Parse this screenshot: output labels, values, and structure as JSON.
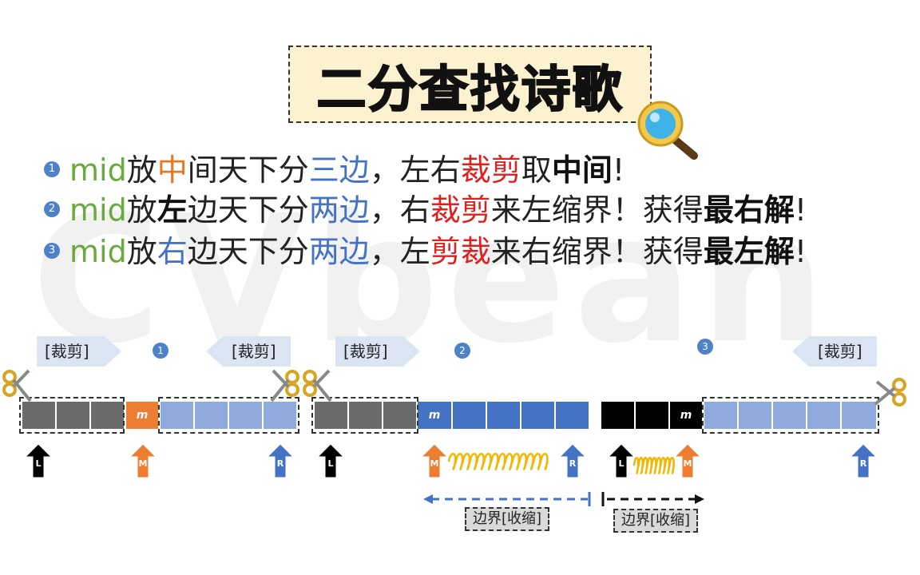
{
  "watermark": "CVbean",
  "title": "二分查找诗歌",
  "lines": [
    {
      "num": "1",
      "parts": [
        {
          "t": "mid",
          "c": "g"
        },
        {
          "t": "放",
          "c": ""
        },
        {
          "t": "中",
          "c": "o"
        },
        {
          "t": "间天下分",
          "c": ""
        },
        {
          "t": "三边",
          "c": "b"
        },
        {
          "t": "，左右",
          "c": ""
        },
        {
          "t": "裁剪",
          "c": "r"
        },
        {
          "t": "取",
          "c": ""
        },
        {
          "t": "中间",
          "c": "k"
        },
        {
          "t": "!",
          "c": ""
        }
      ]
    },
    {
      "num": "2",
      "parts": [
        {
          "t": "mid",
          "c": "g"
        },
        {
          "t": "放",
          "c": ""
        },
        {
          "t": "左",
          "c": "k"
        },
        {
          "t": "边天下分",
          "c": ""
        },
        {
          "t": "两边",
          "c": "b"
        },
        {
          "t": "，右",
          "c": ""
        },
        {
          "t": "裁剪",
          "c": "r"
        },
        {
          "t": "来左缩界！获得",
          "c": ""
        },
        {
          "t": "最右解",
          "c": "k"
        },
        {
          "t": "!",
          "c": ""
        }
      ]
    },
    {
      "num": "3",
      "parts": [
        {
          "t": "mid",
          "c": "g"
        },
        {
          "t": "放",
          "c": ""
        },
        {
          "t": "右",
          "c": "b"
        },
        {
          "t": "边天下分",
          "c": ""
        },
        {
          "t": "两边",
          "c": "b"
        },
        {
          "t": "，左",
          "c": ""
        },
        {
          "t": "剪裁",
          "c": "r"
        },
        {
          "t": "来右缩界！获得",
          "c": ""
        },
        {
          "t": "最左解",
          "c": "k"
        },
        {
          "t": "!",
          "c": ""
        }
      ]
    }
  ],
  "tags": {
    "cut": "[裁剪]"
  },
  "markers": {
    "one": "1",
    "two": "2",
    "three": "3"
  },
  "pointers": {
    "l": "L",
    "m": "M",
    "r": "R",
    "mid": "m"
  },
  "captions": {
    "shrink_left": "边界[收缩]",
    "shrink_right": "边界[收缩]"
  },
  "colors": {
    "gray": "#6b6b6b",
    "orange": "#ed7d31",
    "lightblue": "#8faadc",
    "blue": "#4472c4",
    "black": "#000000",
    "spring": "#f2b705"
  },
  "icons": [
    "magnifier-icon",
    "scissors-icon",
    "up-arrow-icon",
    "spring-icon"
  ]
}
